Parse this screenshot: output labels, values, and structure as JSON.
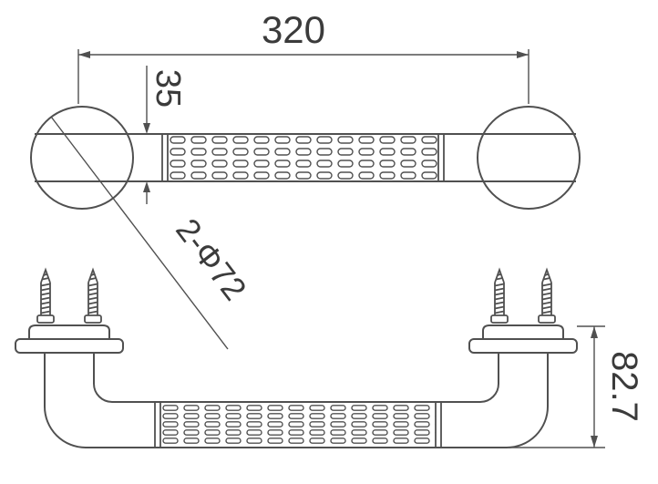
{
  "top_view": {
    "dim_length_label": "320",
    "dim_tube_width_label": "35",
    "flange_callout_label": "2-Φ72"
  },
  "side_view": {
    "dim_height_label": "82.7"
  },
  "colors": {
    "line": "#505050",
    "text": "#3b3b3b",
    "background": "#ffffff"
  }
}
